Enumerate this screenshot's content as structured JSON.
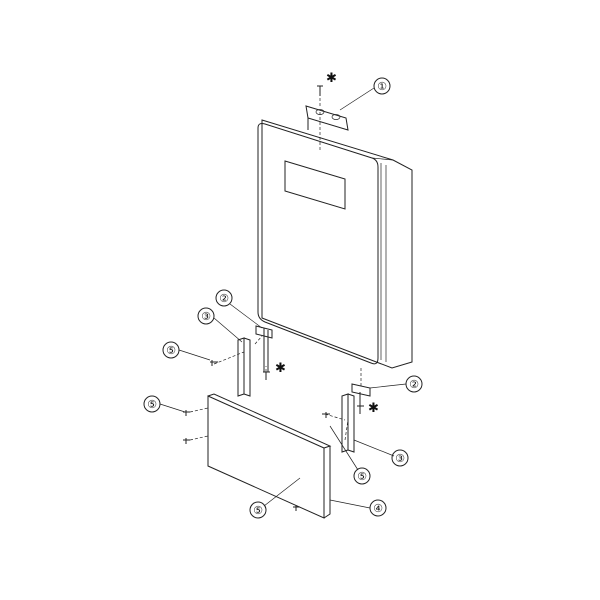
{
  "callouts": [
    {
      "id": "c1",
      "label": "①"
    },
    {
      "id": "c2a",
      "label": "②"
    },
    {
      "id": "c2b",
      "label": "②"
    },
    {
      "id": "c3a",
      "label": "③"
    },
    {
      "id": "c3b",
      "label": "③"
    },
    {
      "id": "c4",
      "label": "④"
    },
    {
      "id": "c5a",
      "label": "⑤"
    },
    {
      "id": "c5b",
      "label": "⑤"
    },
    {
      "id": "c5c",
      "label": "⑤"
    },
    {
      "id": "c5d",
      "label": "⑤"
    }
  ],
  "asterisks": [
    {
      "id": "a1",
      "label": "✱"
    },
    {
      "id": "a2",
      "label": "✱"
    },
    {
      "id": "a3",
      "label": "✱"
    }
  ]
}
